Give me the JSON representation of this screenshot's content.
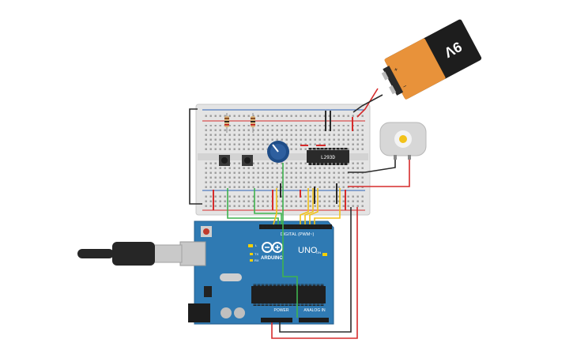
{
  "battery": {
    "label": "9V",
    "plus": "+",
    "minus": "−"
  },
  "driver_ic": {
    "label": "L293D"
  },
  "arduino": {
    "brand": "ARDUINO",
    "model": "UNO",
    "digital_header": "DIGITAL (PWM~)",
    "power_header": "POWER",
    "analog_header": "ANALOG IN",
    "tx": "TX",
    "rx": "RX",
    "on": "ON",
    "l": "L"
  },
  "colors": {
    "wire_red": "#d62b2b",
    "wire_black": "#2b2b2b",
    "wire_green": "#3fb34f",
    "wire_yellow": "#f2c21a",
    "board_blue": "#2f7ab3",
    "breadboard": "#e6e6e6",
    "battery_orange": "#e8923a"
  }
}
